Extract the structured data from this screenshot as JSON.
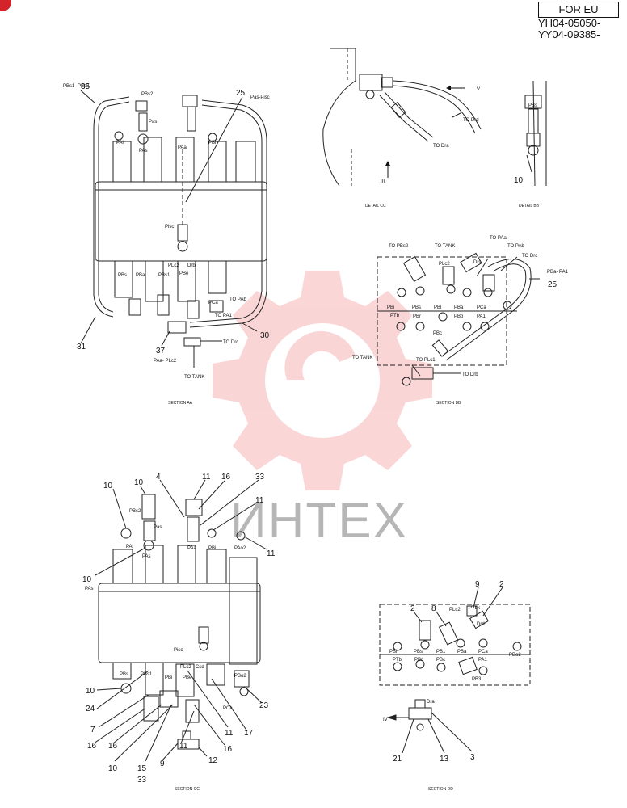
{
  "header": {
    "badge": "FOR EU",
    "code1": "YH04-05050-",
    "code2": "YY04-09385-"
  },
  "watermark": {
    "text": "ИНТЕХ",
    "color": "#e8434b"
  },
  "captions": {
    "aa": "SECTION AA",
    "bb": "SECTION BB",
    "cc": "SECTION CC",
    "dd": "SECTION DD",
    "detail_cc": "DETAIL CC",
    "detail_bb": "DETAIL BB"
  },
  "arrows": {
    "five": "V",
    "three": "III",
    "four": "IV"
  },
  "aa": {
    "pbs_label": "PBs1 -PBs2",
    "n35": "35",
    "n25": "25",
    "pas_label": "Pas-Pisc",
    "pbs2": "PBs2",
    "pas": "Pas",
    "pa_i": "PAi",
    "pa_s": "PAs",
    "pa_a": "PAa",
    "pb_i": "PBi",
    "pisc": "Pisc",
    "plc2": "PLc2",
    "drb": "Drb",
    "pbs": "PBs",
    "pba": "PBa",
    "pbs1": "PBs1",
    "pbe": "PBe",
    "pca": "PCa",
    "to_pab": "TO PAb",
    "to_pa1": "TO PA1",
    "to_drc": "TO Drc",
    "to_tank": "TO TANK",
    "n31": "31",
    "n30": "30",
    "n37": "37",
    "paa_plc2": "PAa- PLc2"
  },
  "detail_cc": {
    "to_drd": "TO Drd",
    "to_dra": "TO Dra"
  },
  "detail_bb": {
    "pbs": "PBs",
    "n10": "10"
  },
  "bb": {
    "to_pbs2": "TO PBs2",
    "to_tank": "TO TANK",
    "to_pa": "TO PAa",
    "to_pab": "TO PAb",
    "to_drc": "TO Drc",
    "plc2": "PLc2",
    "drs": "Drs",
    "pba_pa1": "PBa- PA1",
    "n25": "25",
    "pbi": "PBi",
    "pbs": "PBs",
    "pbl": "PBl",
    "pba": "PBa",
    "pca": "PCa",
    "ptb": "PTb",
    "pbr": "PBr",
    "pbb": "PBb",
    "pai": "PA1",
    "pbc": "PBc",
    "to_tank2": "TO TANK",
    "to_plc1": "TO PLc1",
    "to_drb": "TO Drb"
  },
  "cc": {
    "n10a": "10",
    "n10b": "10",
    "n4": "4",
    "n11a": "11",
    "n16a": "16",
    "n33a": "33",
    "n11b": "11",
    "n11c": "11",
    "n10c": "10",
    "pbs2": "PBs2",
    "pas": "Pas",
    "pai": "PAi",
    "pas2": "PAs",
    "paa": "PAa",
    "pbi": "PBi",
    "pao2": "PAo2",
    "pas_left": "PAs",
    "pisc": "Pisc",
    "plc2": "PLc2",
    "csd": "Csd",
    "pbs": "PBs",
    "pbs1": "PBs1",
    "pbi2": "PBi",
    "pbe": "PBe",
    "pbo2": "PBo2",
    "pca": "PCa",
    "n10d": "10",
    "n24": "24",
    "n7": "7",
    "n16b": "16",
    "n16c": "16",
    "n10e": "10",
    "n15": "15",
    "n33b": "33",
    "n9": "9",
    "n11d": "11",
    "n12": "12",
    "n16d": "16",
    "n11e": "11",
    "n17": "17",
    "n23": "23"
  },
  "dd": {
    "n2a": "2",
    "n8": "8",
    "n9": "9",
    "n2b": "2",
    "plc2": "PLc2",
    "ptbk": "PTbk",
    "drd": "Drd",
    "pbi": "PBi",
    "pbs": "PBs",
    "pb1": "PB1",
    "pba": "PBa",
    "pca": "PCa",
    "pbo2": "PBo2",
    "ptb": "PTb",
    "pbr": "PBr",
    "pbc": "PBc",
    "pa1": "PA1",
    "pb3": "PB3",
    "dra": "Dra",
    "n21": "21",
    "n13": "13",
    "n3": "3"
  }
}
